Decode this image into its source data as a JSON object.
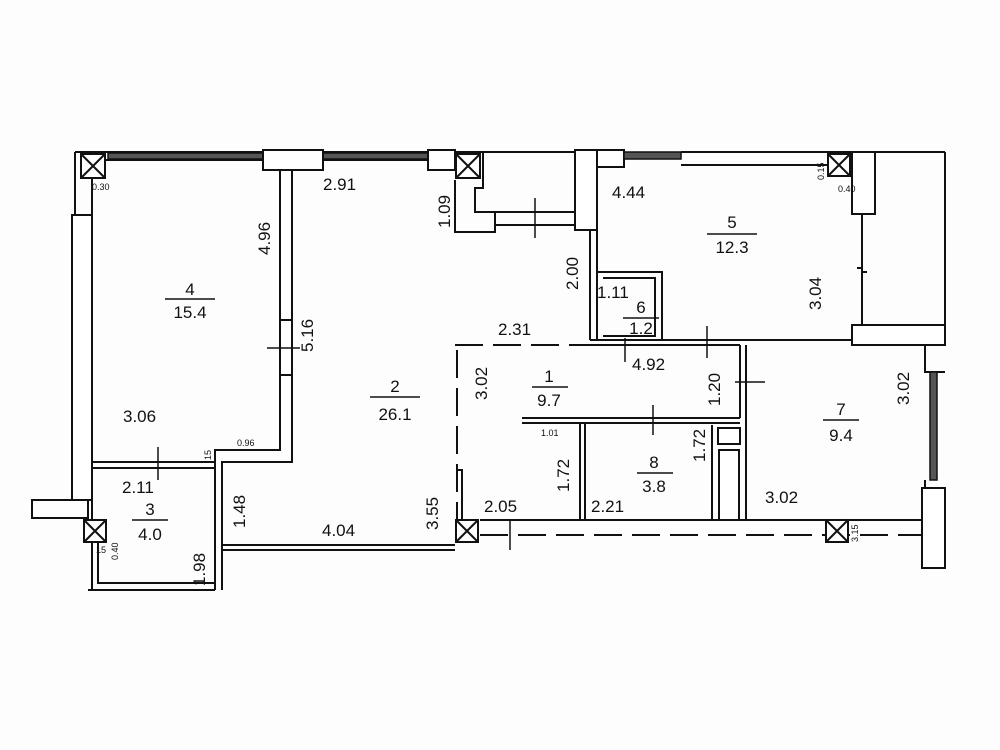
{
  "rooms": [
    {
      "number": "1",
      "area": "9.7"
    },
    {
      "number": "2",
      "area": "26.1"
    },
    {
      "number": "3",
      "area": "4.0"
    },
    {
      "number": "4",
      "area": "15.4"
    },
    {
      "number": "5",
      "area": "12.3"
    },
    {
      "number": "6",
      "area": "1.2"
    },
    {
      "number": "7",
      "area": "9.4"
    },
    {
      "number": "8",
      "area": "3.8"
    }
  ],
  "dimensions": {
    "r4_height": "4.96",
    "r4_width": "3.06",
    "r2_top": "2.91",
    "shaft": "1.09",
    "r2_wall": "5.16",
    "r2_step": "1.48",
    "r2_bottom": "4.04",
    "r2_right": "3.55",
    "r3_top": "2.11",
    "r3_height": "1.98",
    "corridor": "2.00",
    "r1_top": "2.31",
    "r1_left": "3.02",
    "r1_width": "4.92",
    "r1_door": "1.20",
    "r1_bottom": "2.05",
    "r1_side": "1.72",
    "r6_w": "1.11",
    "r5_top": "4.44",
    "r5_height": "3.04",
    "r8_left": "1.72",
    "r8_bottom": "2.21",
    "r7_height": "3.02",
    "r7_bottom": "3.02",
    "small_030": "0.30",
    "small_096": "0.96",
    "small_015a": "15",
    "small_040a": "0.40",
    "small_015b": "15",
    "small_101": "1.01",
    "small_040b": "0.40",
    "small_015c": "0.15",
    "small_315": "3.15"
  }
}
